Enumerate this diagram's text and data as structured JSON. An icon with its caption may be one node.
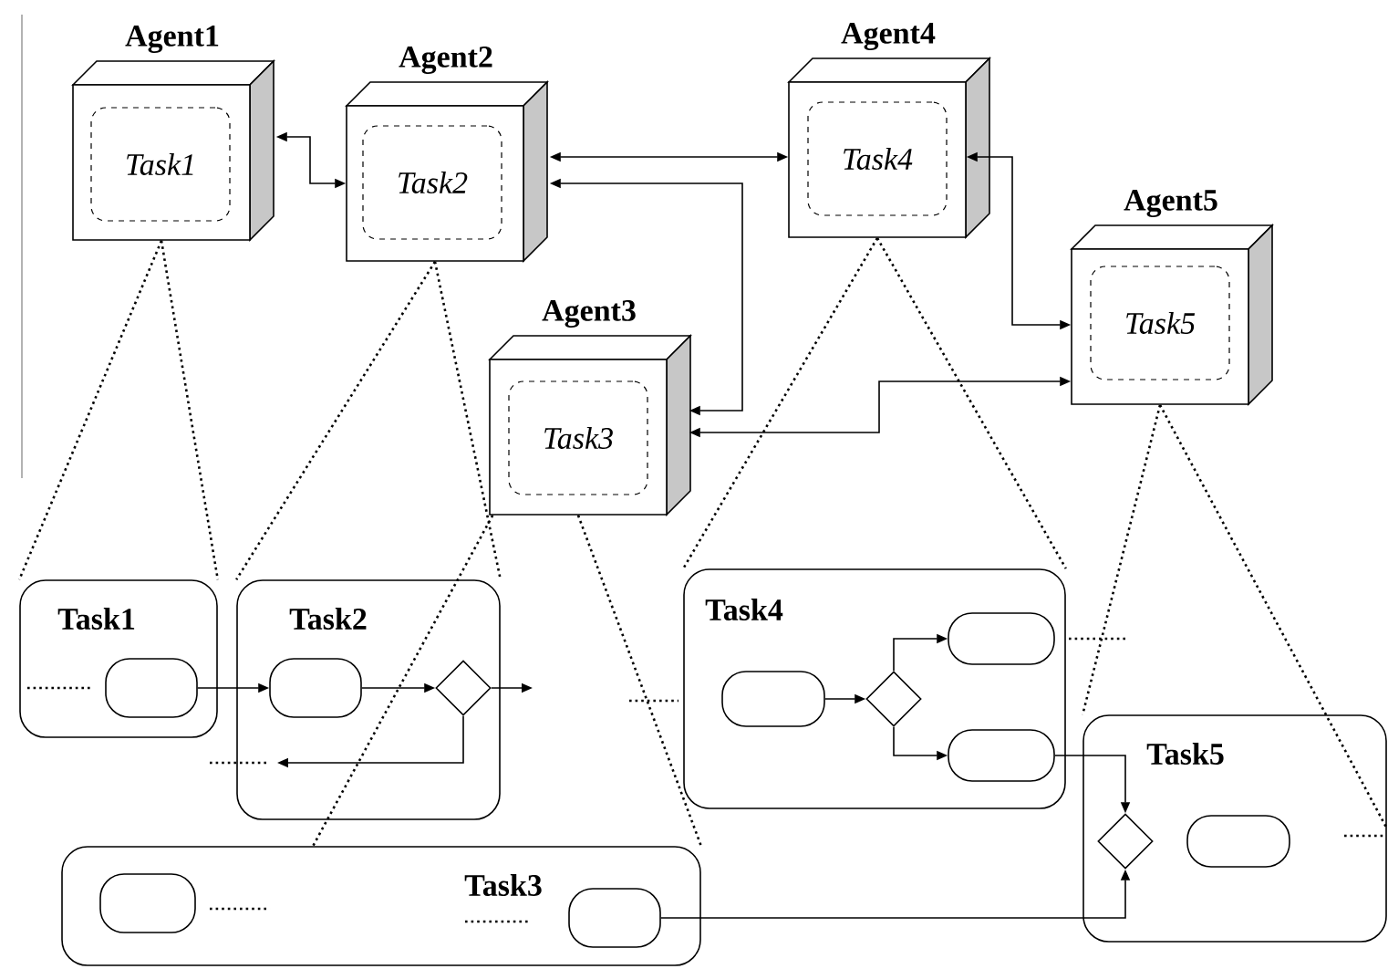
{
  "diagram": {
    "nodes": [
      {
        "text": [
          "Agent1"
        ]
      },
      {
        "text": [
          "Task1"
        ],
        "in": 0
      },
      {
        "text": [
          "Agent2"
        ]
      },
      {
        "text": [
          "Task2"
        ],
        "in": 2
      },
      {
        "text": [
          "Agent3"
        ]
      },
      {
        "text": [
          "Task3"
        ],
        "in": 4
      },
      {
        "text": [
          "Agent4"
        ]
      },
      {
        "text": [
          "Task4"
        ],
        "in": 6
      },
      {
        "text": [
          "Agent5"
        ]
      },
      {
        "text": [
          "Task5"
        ],
        "in": 8
      },
      {
        "text": [
          "Task1"
        ]
      },
      {
        "text": [],
        "shape": "oval",
        "in": 10
      },
      {
        "text": [
          "Task2"
        ]
      },
      {
        "text": [],
        "shape": "oval",
        "in": 12
      },
      {
        "text": [],
        "shape": "diamond",
        "in": 12
      },
      {
        "text": [
          "Task4"
        ]
      },
      {
        "text": [],
        "shape": "oval",
        "in": 15
      },
      {
        "text": [],
        "shape": "diamond",
        "in": 15
      },
      {
        "text": [],
        "shape": "oval",
        "in": 15
      },
      {
        "text": [],
        "shape": "oval",
        "in": 15
      },
      {
        "text": [
          "Task5"
        ]
      },
      {
        "text": [],
        "shape": "diamond",
        "in": 20
      },
      {
        "text": [],
        "shape": "oval",
        "in": 20
      },
      {
        "text": [
          "Task3"
        ]
      },
      {
        "text": [],
        "shape": "oval",
        "in": 23
      },
      {
        "text": [],
        "shape": "oval",
        "in": 23
      }
    ],
    "edges": [
      {
        "from": 0,
        "to": 2,
        "arrow": "both"
      },
      {
        "from": 2,
        "to": 6,
        "arrow": "both"
      },
      {
        "from": 2,
        "to": 4,
        "arrow": "both"
      },
      {
        "from": 6,
        "to": 8,
        "arrow": "both"
      },
      {
        "from": 4,
        "to": 8,
        "arrow": "both"
      },
      {
        "from": 0,
        "to": 10,
        "arrow": "none",
        "style": "dashed"
      },
      {
        "from": 2,
        "to": 12,
        "arrow": "none",
        "style": "dashed"
      },
      {
        "from": 4,
        "to": 23,
        "arrow": "none",
        "style": "dashed"
      },
      {
        "from": 6,
        "to": 15,
        "arrow": "none",
        "style": "dashed"
      },
      {
        "from": 8,
        "to": 20,
        "arrow": "none",
        "style": "dashed"
      },
      {
        "from": 11,
        "to": 13,
        "arrow": "to"
      },
      {
        "from": 13,
        "to": 14,
        "arrow": "to"
      },
      {
        "from": 14,
        "to": null,
        "arrow": "to"
      },
      {
        "from": 14,
        "to": null,
        "arrow": "to"
      },
      {
        "from": 16,
        "to": 17,
        "arrow": "to"
      },
      {
        "from": 17,
        "to": 18,
        "arrow": "to"
      },
      {
        "from": 17,
        "to": 19,
        "arrow": "to"
      },
      {
        "from": 19,
        "to": 21,
        "arrow": "to"
      },
      {
        "from": 25,
        "to": 21,
        "arrow": "to"
      }
    ]
  }
}
